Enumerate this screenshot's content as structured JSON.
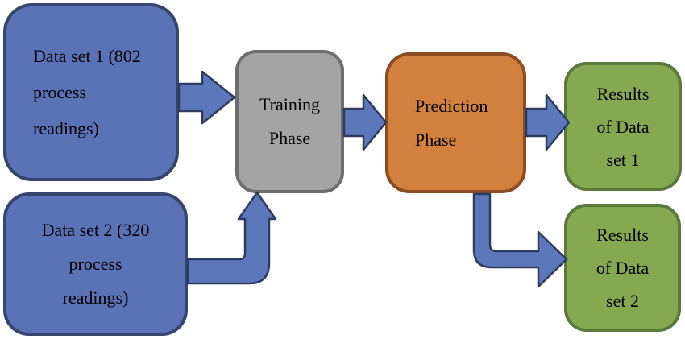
{
  "figure": {
    "type": "flow-diagram",
    "background": "#FFFFFF",
    "nodes": {
      "dataset1": {
        "lines": [
          "Data set 1 (802",
          "process",
          "readings)"
        ],
        "fill": "#5B73B6",
        "border": "#35466E"
      },
      "dataset2": {
        "lines": [
          "Data set 2 (320",
          "process",
          "readings)"
        ],
        "fill": "#5B73B6",
        "border": "#35466E"
      },
      "training": {
        "lines": [
          "Training",
          "Phase"
        ],
        "fill": "#A4A4A4",
        "border": "#6E6E6E"
      },
      "prediction": {
        "lines": [
          "Prediction",
          "Phase"
        ],
        "fill": "#D2803E",
        "border": "#8C4B21"
      },
      "results1": {
        "lines": [
          "Results",
          "of Data",
          "set 1"
        ],
        "fill": "#85A951",
        "border": "#5A7A3C"
      },
      "results2": {
        "lines": [
          "Results",
          "of Data",
          "set 2"
        ],
        "fill": "#85A951",
        "border": "#5A7A3C"
      }
    },
    "edges": [
      {
        "from": "dataset1",
        "to": "training",
        "shape": "straight-block-arrow-right"
      },
      {
        "from": "dataset2",
        "to": "training",
        "shape": "elbow-arrow-right-then-up"
      },
      {
        "from": "training",
        "to": "prediction",
        "shape": "straight-block-arrow-right"
      },
      {
        "from": "prediction",
        "to": "results1",
        "shape": "straight-block-arrow-right"
      },
      {
        "from": "prediction",
        "to": "results2",
        "shape": "elbow-arrow-down-then-right"
      }
    ],
    "colors": {
      "arrow_fill": "#5C77BA",
      "arrow_border": "#2E3A5E",
      "text": "#000000",
      "background": "#FFFFFF"
    }
  }
}
